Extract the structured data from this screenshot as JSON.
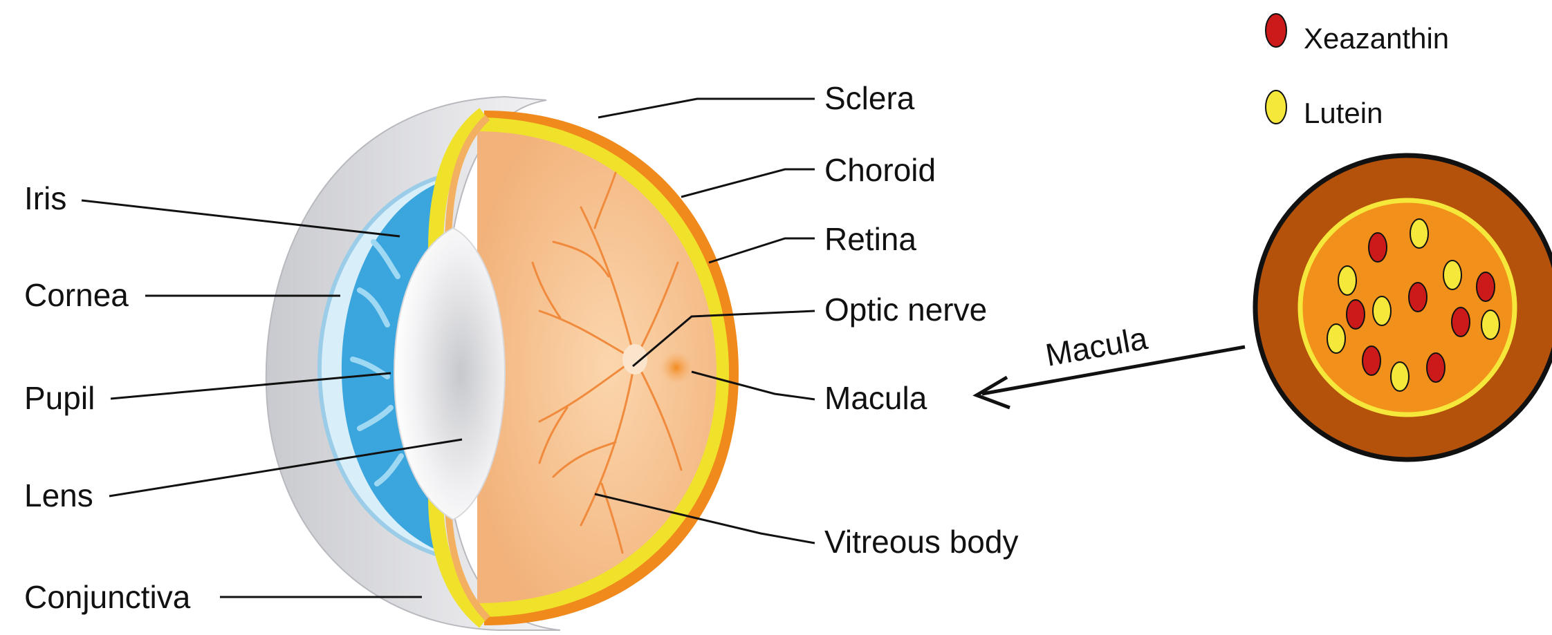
{
  "labels": {
    "left": [
      "Iris",
      "Cornea",
      "Pupil",
      "Lens",
      "Conjunctiva"
    ],
    "right": [
      "Sclera",
      "Choroid",
      "Retina",
      "Optic nerve",
      "Macula",
      "Vitreous body"
    ]
  },
  "arrow_label": "Macula",
  "legend": {
    "items": [
      {
        "label": "Xeazanthin",
        "color": "#cc1a1a"
      },
      {
        "label": "Lutein",
        "color": "#f5e83a"
      }
    ]
  },
  "pigments": {
    "xeazanthin_count": 7,
    "lutein_count": 7
  },
  "colors": {
    "iris": "#3aa6dd",
    "vitreous": "#f6c394",
    "retina": "#f0e22a",
    "choroid": "#f08a1c",
    "macula_outer": "#b4520c",
    "macula_inner": "#f2901c",
    "sclera": "#dcdde0"
  }
}
